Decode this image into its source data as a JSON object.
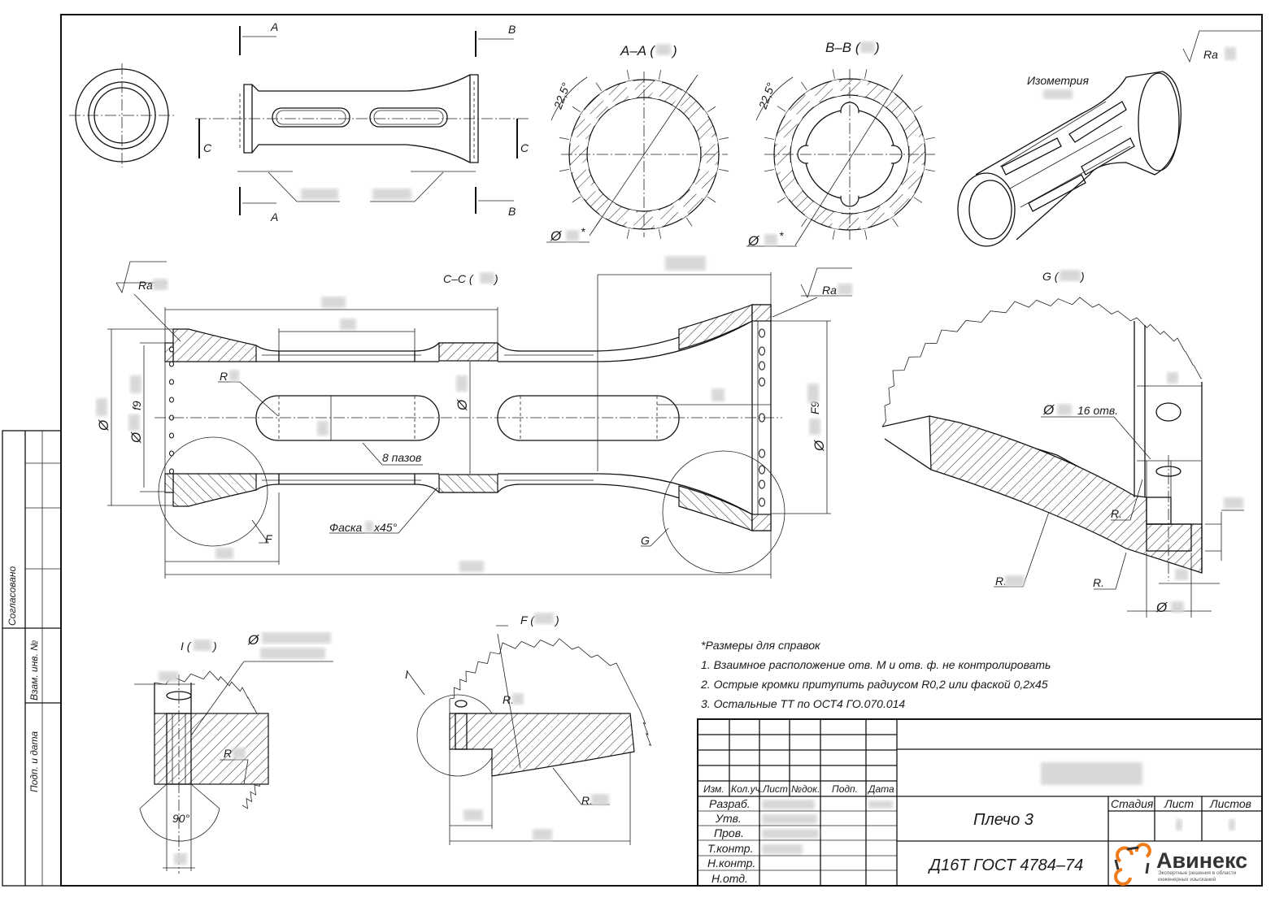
{
  "sheet": {
    "left_strip": {
      "agreed": "Согласовано",
      "replace_inv": "Взам. инв. №",
      "sign_date": "Подп. и дата"
    },
    "roughness_global": "Ra"
  },
  "views": {
    "cut_a": "A",
    "cut_b": "B",
    "cut_c": "C",
    "section_aa": "A–A (",
    "section_bb": "B–B (",
    "close_paren": ")",
    "angle": "22,5°",
    "dia": "Ø",
    "star": "*",
    "isometry": "Изометрия",
    "section_cc": "C–C (",
    "ra": "Ra",
    "r": "R",
    "slots": "8 пазов",
    "chamfer": "Фаска",
    "chamfer_angle": "x45°",
    "fit_f9": "f9",
    "fit_F9": "F9",
    "detail_f": "F",
    "detail_g": "G",
    "detail_i": "I",
    "detail_g_title": "G (",
    "detail_f_title": "F (",
    "detail_i_title": "I (",
    "holes_16": "16 отв.",
    "r_dot": "R.",
    "angle_90": "90°"
  },
  "notes": [
    "*Размеры для справок",
    "1.  Взаимное расположение отв. М   и отв. ф.      не контролировать",
    "2.  Острые кромки притупить радиусом R0,2 или фаской 0,2x45",
    "3.  Остальные ТТ по ОСТ4 ГО.070.014"
  ],
  "title_block": {
    "headers": [
      "Изм.",
      "Кол.уч.",
      "Лист",
      "№док.",
      "Подп.",
      "Дата"
    ],
    "roles": [
      "Разраб.",
      "Утв.",
      "Пров.",
      "Т.контр.",
      "Н.контр.",
      "Н.отд."
    ],
    "part_name": "Плечо 3",
    "material": "Д16Т ГОСТ 4784–74",
    "stage": "Стадия",
    "sheet": "Лист",
    "sheets": "Листов",
    "logo_name": "Авинекс",
    "logo_tagline_1": "Экспертные решения в области",
    "logo_tagline_2": "инженерных изысканий"
  },
  "colors": {
    "logo_orange": "#f07b1a",
    "logo_dark": "#333333",
    "line": "#111111"
  }
}
